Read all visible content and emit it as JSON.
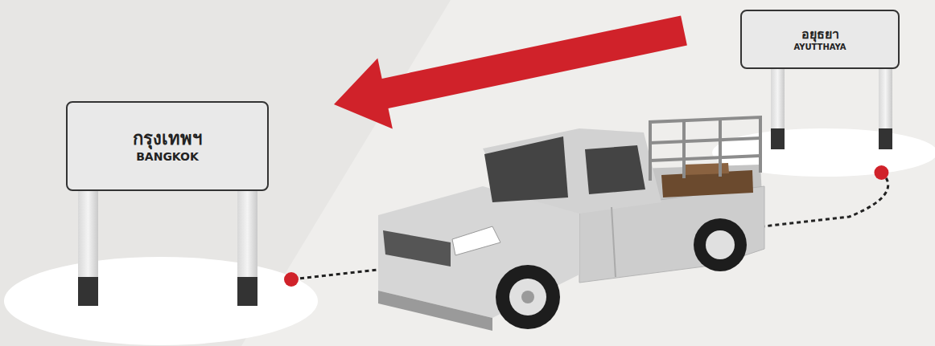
{
  "diagram": {
    "nodes": [
      {
        "text": [
          "กรุงเทพฯ",
          "BANGKOK"
        ]
      },
      {
        "text": [
          "อยุธยา",
          "AYUTTHAYA"
        ]
      }
    ],
    "edges": [
      {
        "from": 1,
        "to": 0,
        "arrow": "none"
      }
    ]
  }
}
